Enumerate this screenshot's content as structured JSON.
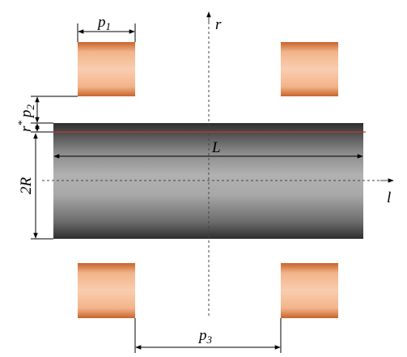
{
  "labels": {
    "p1": "p",
    "p1_sub": "1",
    "p2_pre": "r",
    "p2_star": "*",
    "p2": "p",
    "p2_sub": "2",
    "p3": "p",
    "p3_sub": "3",
    "L": "L",
    "twoR": "2R",
    "r_axis": "r",
    "l_axis": "l"
  },
  "colors": {
    "magnet_light": "#f7c8a6",
    "magnet_dark": "#c8642a",
    "cylinder_light": "#b0afaf",
    "cylinder_dark": "#3a3a3a",
    "red_line": "#c0392b"
  }
}
